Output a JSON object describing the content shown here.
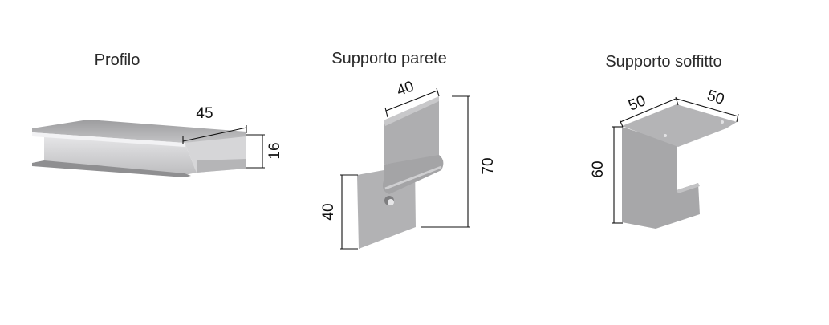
{
  "parts": [
    {
      "title": "Profilo",
      "dimensions": [
        "45",
        "16"
      ]
    },
    {
      "title": "Supporto parete",
      "dimensions": [
        "40",
        "70",
        "40"
      ]
    },
    {
      "title": "Supporto soffitto",
      "dimensions": [
        "50",
        "50",
        "60"
      ]
    }
  ],
  "colors": {
    "metal_light": "#c9c9cb",
    "metal_mid": "#a9a9ab",
    "metal_dark": "#8e8e90",
    "line": "#111111"
  }
}
